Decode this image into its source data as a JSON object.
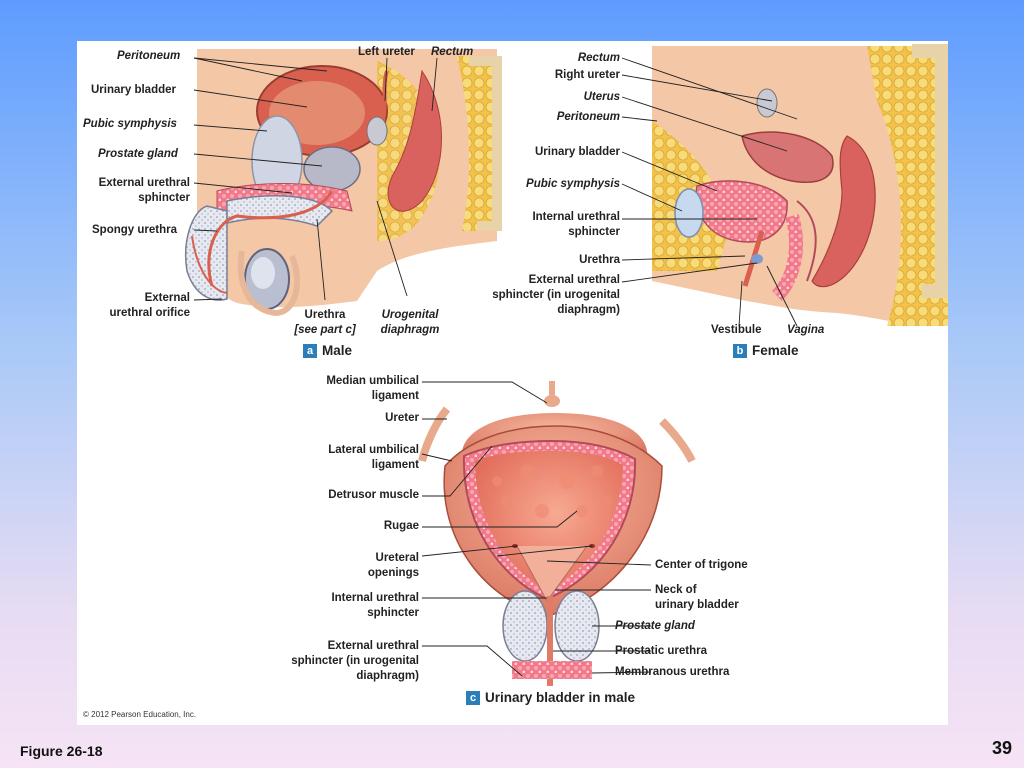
{
  "male": {
    "peritoneum": "Peritoneum",
    "urinary_bladder": "Urinary bladder",
    "pubic_symphysis": "Pubic symphysis",
    "prostate_gland": "Prostate gland",
    "ext_sphincter_1": "External urethral",
    "ext_sphincter_2": "sphincter",
    "spongy_urethra": "Spongy urethra",
    "ext_orifice_1": "External",
    "ext_orifice_2": "urethral orifice",
    "left_ureter": "Left ureter",
    "rectum": "Rectum",
    "urethra": "Urethra",
    "see_part_c": "[see part c]",
    "urogenital_1": "Urogenital",
    "urogenital_2": "diaphragm",
    "badge": "a",
    "title": "Male"
  },
  "female": {
    "rectum": "Rectum",
    "right_ureter": "Right ureter",
    "uterus": "Uterus",
    "peritoneum": "Peritoneum",
    "urinary_bladder": "Urinary bladder",
    "pubic_symphysis": "Pubic symphysis",
    "int_sphincter_1": "Internal urethral",
    "int_sphincter_2": "sphincter",
    "urethra": "Urethra",
    "ext_sphincter_1": "External urethral",
    "ext_sphincter_2": "sphincter (in urogenital",
    "ext_sphincter_3": "diaphragm)",
    "vestibule": "Vestibule",
    "vagina": "Vagina",
    "badge": "b",
    "title": "Female"
  },
  "bladder": {
    "median_umb_1": "Median umbilical",
    "median_umb_2": "ligament",
    "ureter": "Ureter",
    "lateral_umb_1": "Lateral umbilical",
    "lateral_umb_2": "ligament",
    "detrusor": "Detrusor muscle",
    "rugae": "Rugae",
    "ureteral_1": "Ureteral",
    "ureteral_2": "openings",
    "int_sphincter_1": "Internal urethral",
    "int_sphincter_2": "sphincter",
    "ext_sphincter_1": "External urethral",
    "ext_sphincter_2": "sphincter (in urogenital",
    "ext_sphincter_3": "diaphragm)",
    "trigone": "Center of trigone",
    "neck_1": "Neck of",
    "neck_2": "urinary bladder",
    "prostate": "Prostate gland",
    "prostatic_urethra": "Prostatic urethra",
    "membranous_urethra": "Membranous urethra",
    "badge": "c",
    "title": "Urinary bladder in male"
  },
  "copyright": "© 2012 Pearson Education, Inc.",
  "footer": {
    "figure": "Figure 26-18",
    "page_number": "39"
  }
}
